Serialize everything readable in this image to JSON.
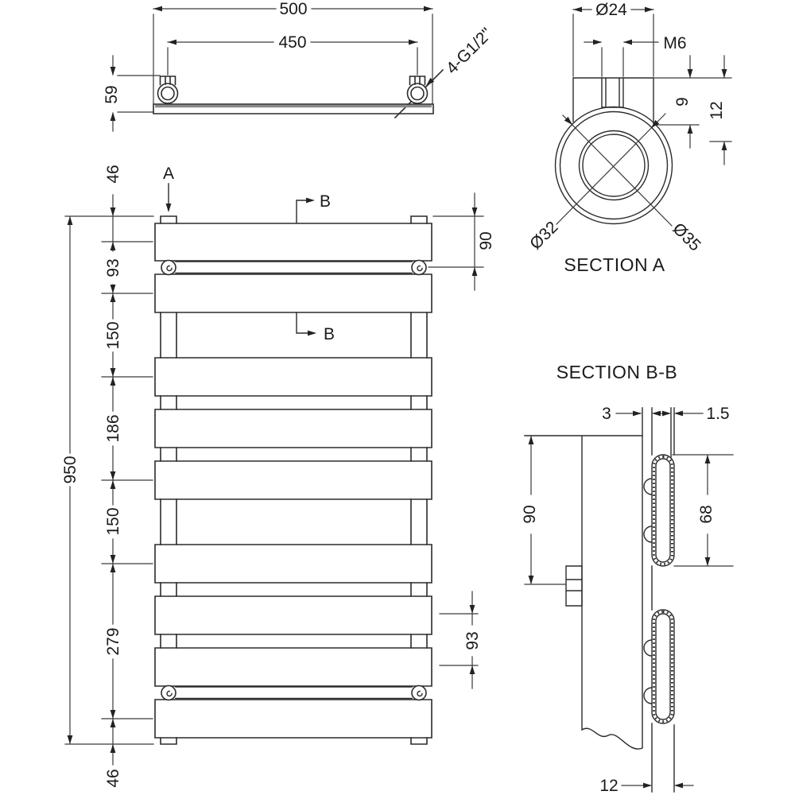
{
  "top_view": {
    "overall_width": "500",
    "tapping_pitch": "450",
    "depth": "59",
    "connection_note": "4-G1/2\""
  },
  "front_view": {
    "overall_height": "950",
    "chain": {
      "s0": "46",
      "s1": "93",
      "s2": "150",
      "s3": "186",
      "s4": "150",
      "s5": "279",
      "s6": "46"
    },
    "bracket_top_offset": "90",
    "panel_pitch": "93",
    "marker_a": "A",
    "marker_b": "B"
  },
  "section_a": {
    "title": "SECTION A",
    "boss_width": "Ø24",
    "thread": "M6",
    "thread_depth": "9",
    "boss_depth": "12",
    "dia_inner": "Ø32",
    "dia_outer": "Ø35"
  },
  "section_b": {
    "title": "SECTION B-B",
    "gap": "3",
    "wall_thickness": "1.5",
    "bracket_offset": "90",
    "panel_height": "68",
    "panel_thickness": "12"
  }
}
